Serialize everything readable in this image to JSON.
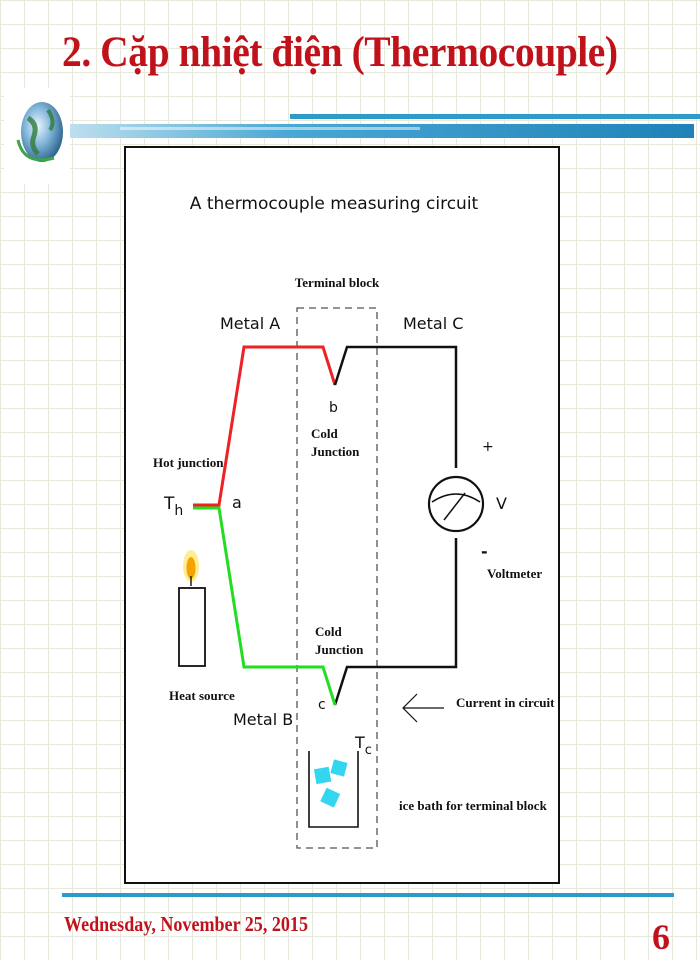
{
  "slide": {
    "title": "2. Cặp nhiệt điện (Thermocouple)",
    "footer_date": "Wednesday, November 25, 2015",
    "page_number": "6"
  },
  "diagram": {
    "heading": "A thermocouple measuring circuit",
    "terminal_block": "Terminal block",
    "metal_a": "Metal A",
    "metal_b": "Metal B",
    "metal_c": "Metal C",
    "hot_junction": "Hot junction",
    "th_symbol": "T",
    "th_subscript": "h",
    "junction_a": "a",
    "junction_b": "b",
    "junction_c": "c",
    "cold_junction_upper": [
      "Cold",
      "Junction"
    ],
    "cold_junction_lower": [
      "Cold",
      "Junction"
    ],
    "plus_sign": "+",
    "minus_sign": "-",
    "volt_symbol": "V",
    "voltmeter": "Voltmeter",
    "heat_source": "Heat source",
    "current_in_circuit": "Current in circuit",
    "tc_symbol": "T",
    "tc_subscript": "c",
    "ice_bath": "ice bath for terminal block"
  },
  "colors": {
    "title_red": "#c0121b",
    "metal_a": "#ee2222",
    "metal_b": "#22dd22",
    "metal_c": "#111111",
    "ice": "#33d6ee",
    "accent_blue": "#2e9ac8"
  }
}
